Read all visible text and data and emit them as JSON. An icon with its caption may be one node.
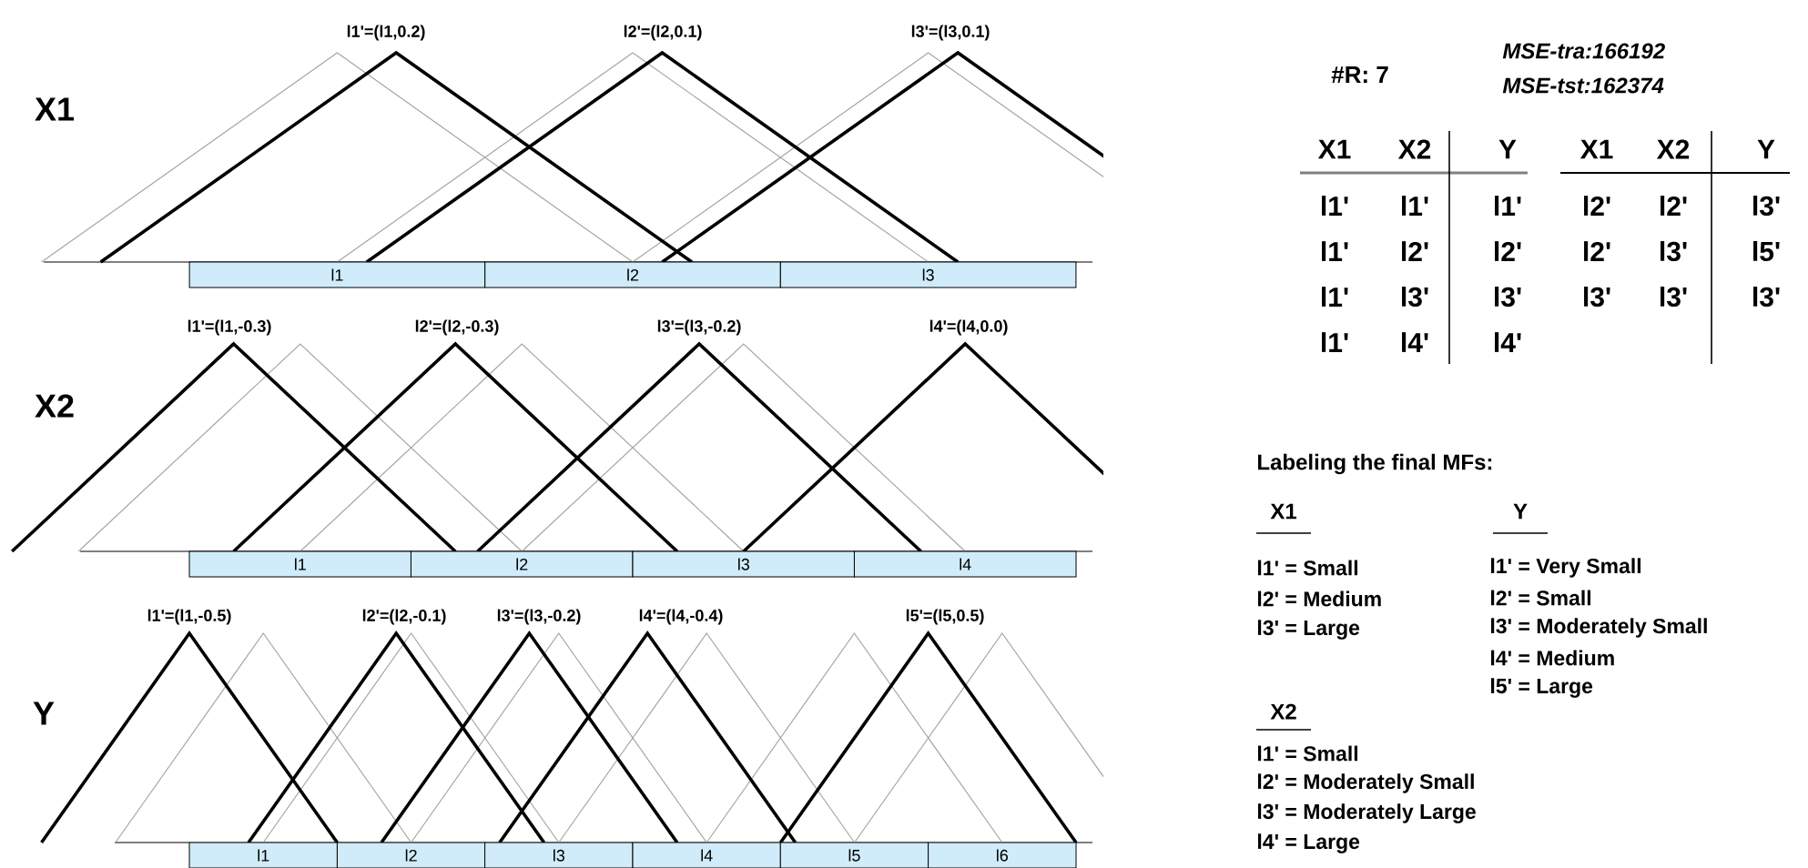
{
  "diagram": {
    "nodes": [
      {
        "text": [
          "l1"
        ]
      },
      {
        "text": [
          "l2"
        ]
      },
      {
        "text": [
          "l3"
        ]
      },
      {
        "text": [
          "l1"
        ]
      },
      {
        "text": [
          "l2"
        ]
      },
      {
        "text": [
          "l3"
        ]
      },
      {
        "text": [
          "l4"
        ]
      },
      {
        "text": [
          "l1"
        ]
      },
      {
        "text": [
          "l2"
        ]
      },
      {
        "text": [
          "l3"
        ]
      },
      {
        "text": [
          "l4"
        ]
      },
      {
        "text": [
          "l5"
        ]
      },
      {
        "text": [
          "l6"
        ]
      }
    ],
    "labels": [
      "X1",
      "l1'=(l1,0.2)",
      "l2'=(l2,0.1)",
      "l3'=(l3,0.1)",
      "X2",
      "l1'=(l1,-0.3)",
      "l2'=(l2,-0.3)",
      "l3'=(l3,-0.2)",
      "l4'=(l4,0.0)",
      "Y",
      "l1'=(l1,-0.5)",
      "l2'=(l2,-0.1)",
      "l3'=(l3,-0.2)",
      "l4'=(l4,-0.4)",
      "l5'=(l5,0.5)",
      "#R: 7",
      "MSE-tra:166192",
      "MSE-tst:162374",
      "X1",
      "X2",
      "Y",
      "l1'",
      "l1'",
      "l1'",
      "l1'",
      "l2'",
      "l2'",
      "l1'",
      "l3'",
      "l3'",
      "l1'",
      "l4'",
      "l4'",
      "X1",
      "X2",
      "Y",
      "l2'",
      "l2'",
      "l3'",
      "l2'",
      "l3'",
      "l5'",
      "l3'",
      "l3'",
      "l3'",
      "Labeling the final MFs:",
      "X1",
      "Y",
      "l1' = Small",
      "l2' = Medium",
      "l3' = Large",
      "l1' = Very Small",
      "l2' = Small",
      "l3' = Moderately Small",
      "l4' = Medium",
      "l5' = Large",
      "X2",
      "l1' = Small",
      "l2' = Moderately Small",
      "l3' = Moderately Large",
      "l4' = Large"
    ]
  }
}
